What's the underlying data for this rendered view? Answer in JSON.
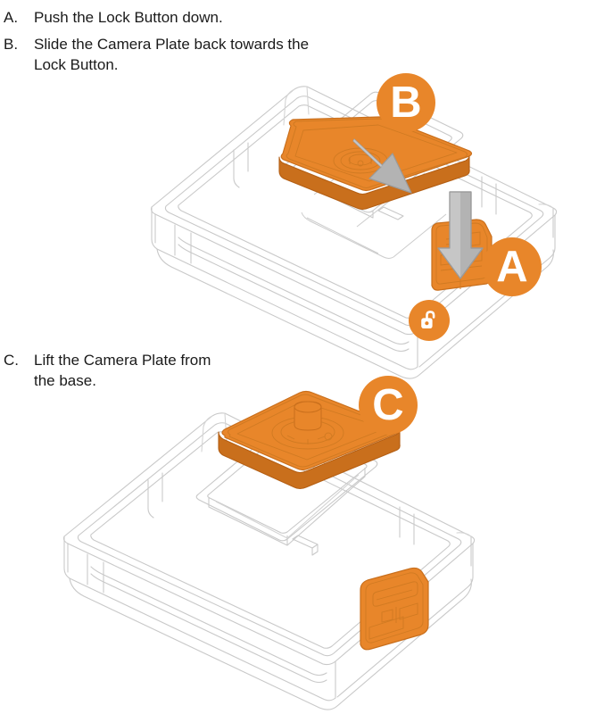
{
  "document": {
    "title": "Camera Plate Removal Instructions",
    "type": "instructional-diagram"
  },
  "steps": [
    {
      "marker": "A.",
      "text": "Push the Lock Button down.",
      "badge": "A"
    },
    {
      "marker": "B.",
      "text": "Slide the Camera Plate back towards the\nLock Button.",
      "badge": "B"
    },
    {
      "marker": "C.",
      "text": "Lift the Camera Plate from\nthe base.",
      "badge": "C"
    }
  ],
  "badges": {
    "a": "A",
    "b": "B",
    "c": "C"
  },
  "icons": {
    "unlock": "unlock-padlock-icon",
    "arrow_slide": "slide-arrow-icon",
    "arrow_push": "push-down-arrow-icon"
  },
  "colors": {
    "accent_orange": "#e8862a",
    "orange_dark": "#c96f1c",
    "arrow_gray": "#b3b3b3",
    "arrow_gray_edge": "#9a9a9a",
    "wireframe_line": "#c9c9c9",
    "wireframe_line_dark": "#8f8f8f",
    "text": "#1a1a1a",
    "background": "#ffffff"
  },
  "parts": {
    "camera_plate": "Camera Plate",
    "lock_button": "Lock Button",
    "base": "base"
  },
  "illustrations": [
    {
      "id": "upper-assembly",
      "caption_steps": [
        "A",
        "B"
      ],
      "components": [
        "case-body",
        "camera-plate",
        "lock-button",
        "slide-arrow",
        "push-arrow"
      ]
    },
    {
      "id": "lower-assembly",
      "caption_steps": [
        "C"
      ],
      "components": [
        "case-body",
        "camera-plate-lifted",
        "lock-button",
        "plate-cavity"
      ]
    }
  ]
}
